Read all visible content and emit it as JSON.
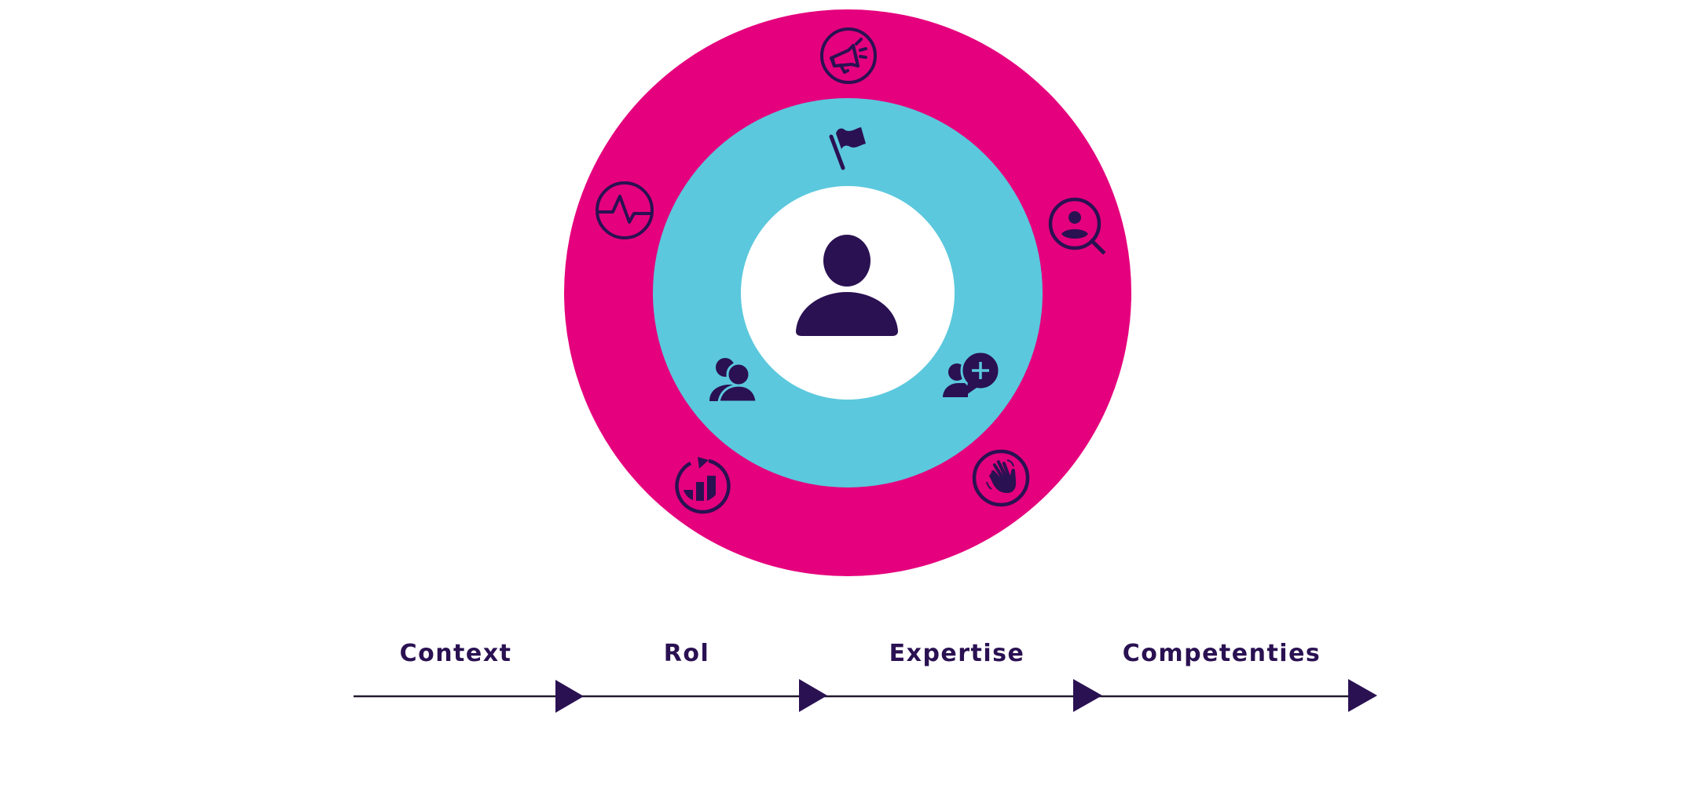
{
  "colors": {
    "outer_ring": "#e5007d",
    "middle_ring": "#5bc8dd",
    "inner_circle": "#ffffff",
    "icon": "#2a1152",
    "timeline": "#2a1152",
    "line": "#231a2e"
  },
  "diagram": {
    "center_icon": "person-icon",
    "middle_ring_icons": [
      "flag-icon",
      "two-people-icon",
      "person-add-chat-icon"
    ],
    "outer_ring_icons": [
      "megaphone-icon",
      "pulse-icon",
      "user-search-icon",
      "growth-chart-icon",
      "waving-hand-icon"
    ]
  },
  "timeline": {
    "steps": [
      {
        "label": "Context"
      },
      {
        "label": "Rol"
      },
      {
        "label": "Expertise"
      },
      {
        "label": "Competenties"
      }
    ]
  }
}
